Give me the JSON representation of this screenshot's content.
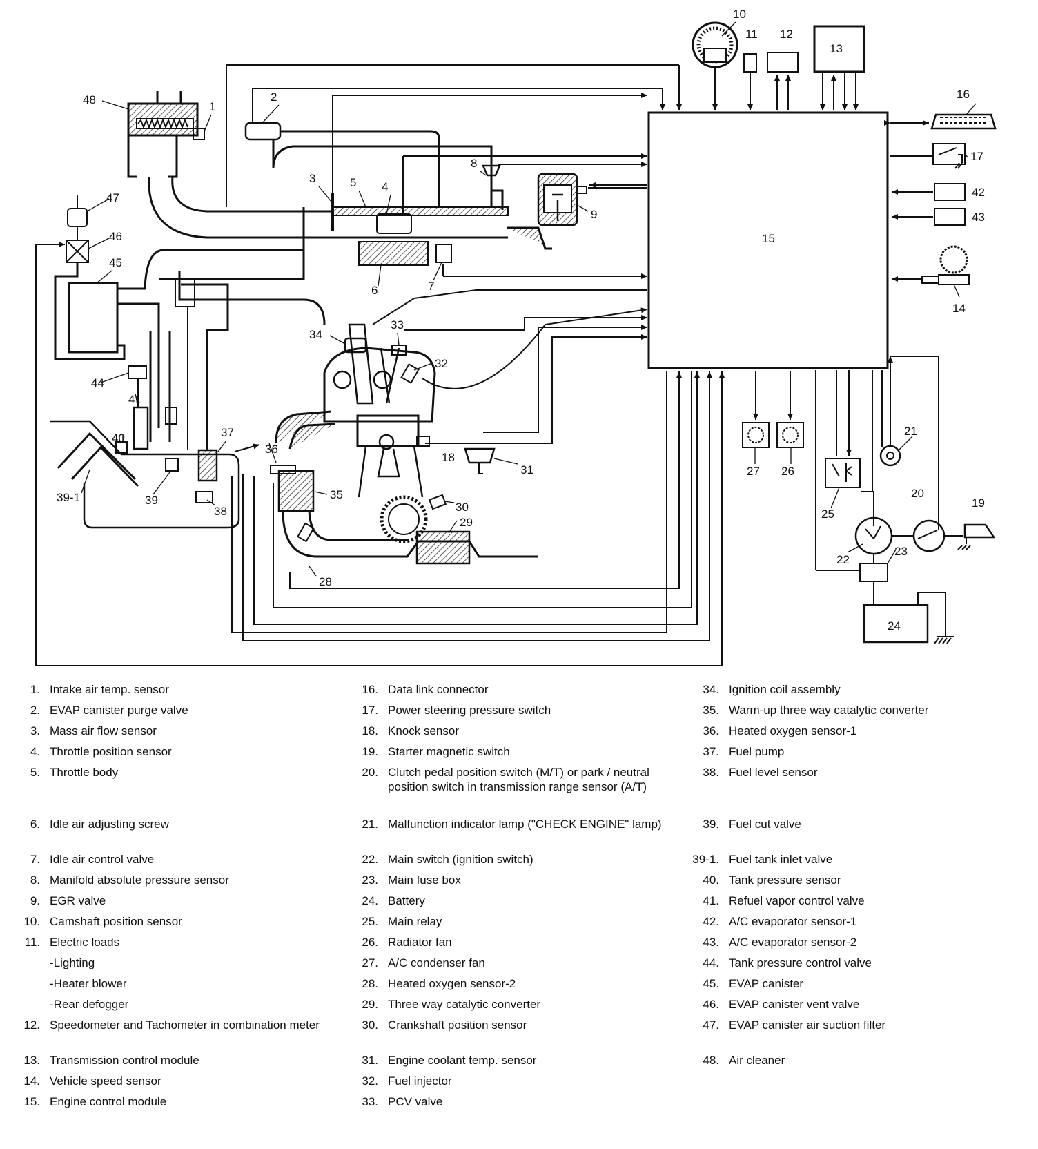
{
  "callouts": [
    "1",
    "2",
    "3",
    "4",
    "5",
    "6",
    "7",
    "8",
    "9",
    "10",
    "11",
    "12",
    "13",
    "14",
    "15",
    "16",
    "17",
    "19",
    "20",
    "21",
    "22",
    "23",
    "24",
    "25",
    "26",
    "27",
    "28",
    "29",
    "30",
    "31",
    "32",
    "33",
    "34",
    "35",
    "36",
    "37",
    "38",
    "39",
    "39-1",
    "40",
    "41",
    "42",
    "43",
    "44",
    "45",
    "46",
    "47",
    "48",
    "18"
  ],
  "legend": {
    "col1": [
      {
        "num": "1.",
        "text": "Intake air temp. sensor"
      },
      {
        "num": "2.",
        "text": "EVAP canister purge valve"
      },
      {
        "num": "3.",
        "text": "Mass air flow sensor"
      },
      {
        "num": "4.",
        "text": "Throttle position sensor"
      },
      {
        "num": "5.",
        "text": "Throttle body"
      },
      {
        "num": "6.",
        "text": "Idle air adjusting screw"
      },
      {
        "num": "7.",
        "text": "Idle air control valve"
      },
      {
        "num": "8.",
        "text": "Manifold absolute pressure sensor"
      },
      {
        "num": "9.",
        "text": "EGR valve"
      },
      {
        "num": "10.",
        "text": "Camshaft position sensor"
      },
      {
        "num": "11.",
        "text": "Electric loads"
      },
      {
        "num": "",
        "text": "-Lighting"
      },
      {
        "num": "",
        "text": "-Heater blower"
      },
      {
        "num": "",
        "text": "-Rear defogger"
      },
      {
        "num": "12.",
        "text": "Speedometer and Tachometer in combination meter"
      },
      {
        "num": "13.",
        "text": "Transmission control module"
      },
      {
        "num": "14.",
        "text": "Vehicle speed sensor"
      },
      {
        "num": "15.",
        "text": "Engine control module"
      }
    ],
    "col2": [
      {
        "num": "16.",
        "text": "Data link connector"
      },
      {
        "num": "17.",
        "text": "Power steering pressure switch"
      },
      {
        "num": "18.",
        "text": "Knock sensor"
      },
      {
        "num": "19.",
        "text": "Starter magnetic switch"
      },
      {
        "num": "20.",
        "text": "Clutch pedal position switch (M/T) or park / neutral position switch in transmission range sensor (A/T)"
      },
      {
        "num": "21.",
        "text": "Malfunction indicator lamp (\"CHECK ENGINE\" lamp)"
      },
      {
        "num": "22.",
        "text": "Main switch (ignition switch)"
      },
      {
        "num": "23.",
        "text": "Main fuse box"
      },
      {
        "num": "24.",
        "text": "Battery"
      },
      {
        "num": "25.",
        "text": "Main relay"
      },
      {
        "num": "26.",
        "text": "Radiator fan"
      },
      {
        "num": "27.",
        "text": "A/C condenser fan"
      },
      {
        "num": "28.",
        "text": "Heated oxygen sensor-2"
      },
      {
        "num": "29.",
        "text": "Three way catalytic converter"
      },
      {
        "num": "30.",
        "text": "Crankshaft position sensor"
      },
      {
        "num": "31.",
        "text": "Engine coolant temp. sensor"
      },
      {
        "num": "32.",
        "text": "Fuel injector"
      },
      {
        "num": "33.",
        "text": "PCV valve"
      }
    ],
    "col3": [
      {
        "num": "34.",
        "text": "Ignition coil assembly"
      },
      {
        "num": "35.",
        "text": "Warm-up three way catalytic converter"
      },
      {
        "num": "36.",
        "text": "Heated oxygen sensor-1"
      },
      {
        "num": "37.",
        "text": "Fuel pump"
      },
      {
        "num": "38.",
        "text": "Fuel level sensor"
      },
      {
        "num": "39.",
        "text": "Fuel cut valve"
      },
      {
        "num": "39-1.",
        "text": "Fuel tank inlet valve"
      },
      {
        "num": "40.",
        "text": "Tank pressure sensor"
      },
      {
        "num": "41.",
        "text": "Refuel vapor control valve"
      },
      {
        "num": "42.",
        "text": "A/C evaporator sensor-1"
      },
      {
        "num": "43.",
        "text": "A/C evaporator sensor-2"
      },
      {
        "num": "44.",
        "text": "Tank pressure control valve"
      },
      {
        "num": "45.",
        "text": "EVAP canister"
      },
      {
        "num": "46.",
        "text": "EVAP canister vent valve"
      },
      {
        "num": "47.",
        "text": "EVAP canister air suction filter"
      },
      {
        "num": "48.",
        "text": "Air cleaner"
      }
    ]
  }
}
